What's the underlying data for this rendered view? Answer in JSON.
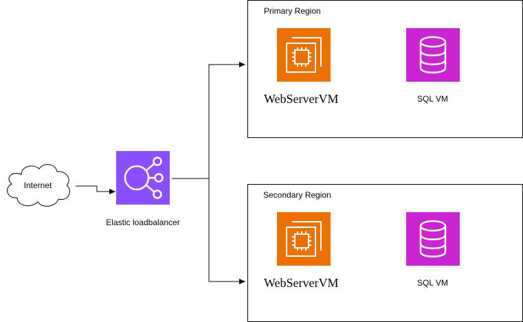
{
  "internet": {
    "label": "Internet"
  },
  "loadbalancer": {
    "label": "Elastic loadbalancer",
    "color": "#8c4fff"
  },
  "regions": [
    {
      "title": "Primary Region",
      "web_label": "WebServerVM",
      "sql_label": "SQL VM"
    },
    {
      "title": "Secondary Region",
      "web_label": "WebServerVM",
      "sql_label": "SQL VM"
    }
  ],
  "colors": {
    "ec2": "#ed7100",
    "database": "#c925d1",
    "stroke": "#000000"
  },
  "icons": {
    "internet": "cloud-icon",
    "loadbalancer": "elb-icon",
    "web": "ec2-chip-icon",
    "sql": "database-icon"
  }
}
